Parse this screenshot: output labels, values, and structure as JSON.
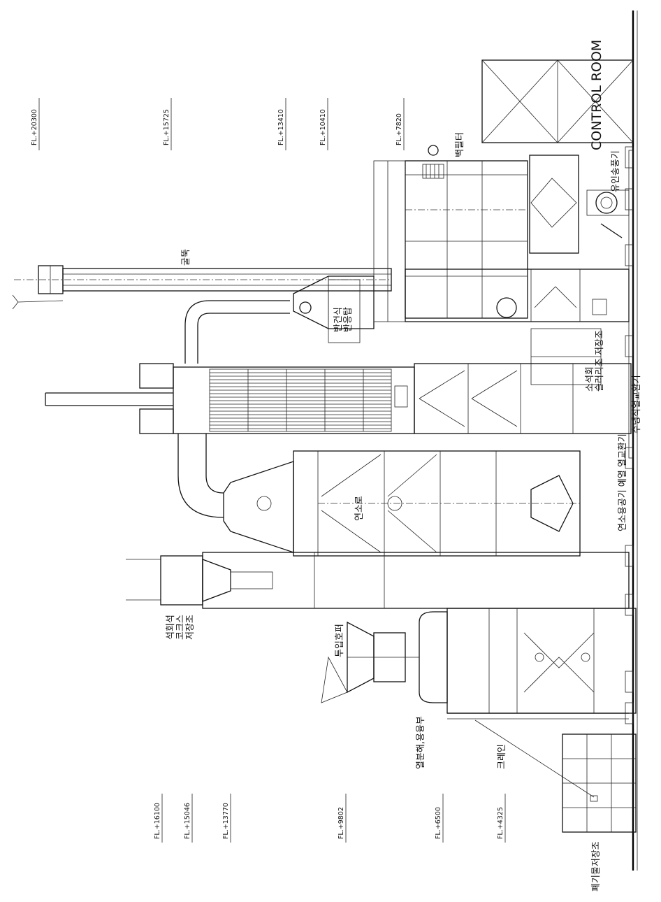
{
  "floor_levels_top": [
    "FL.+20300",
    "FL.+15725",
    "FL.+13410",
    "FL.+10410",
    "FL.+7820"
  ],
  "floor_levels_bottom": [
    "FL.+16100",
    "FL.+15046",
    "FL.+13770",
    "FL.+9802",
    "FL.+6500",
    "FL.+4325"
  ],
  "labels": {
    "control_room": "CONTROL ROOM",
    "bag_filter": "백필터",
    "induced_fan": "유인송풍기",
    "stack": "굴뚝",
    "semidry_reactor": "반건식\n반응탑",
    "slurry_tank": "소석회\n슬러리조 저장조",
    "water_cooled_hx": "수냉식열교환기",
    "combustion_chamber": "연소로",
    "air_preheater": "연소용공기 예열 열교환기",
    "lime_coke_silo": "석회석\n코크스\n저장조",
    "hopper": "투입호퍼",
    "melting_unit": "열분해,용융부",
    "crane": "크레인",
    "waste_pit": "폐기물저장조"
  }
}
